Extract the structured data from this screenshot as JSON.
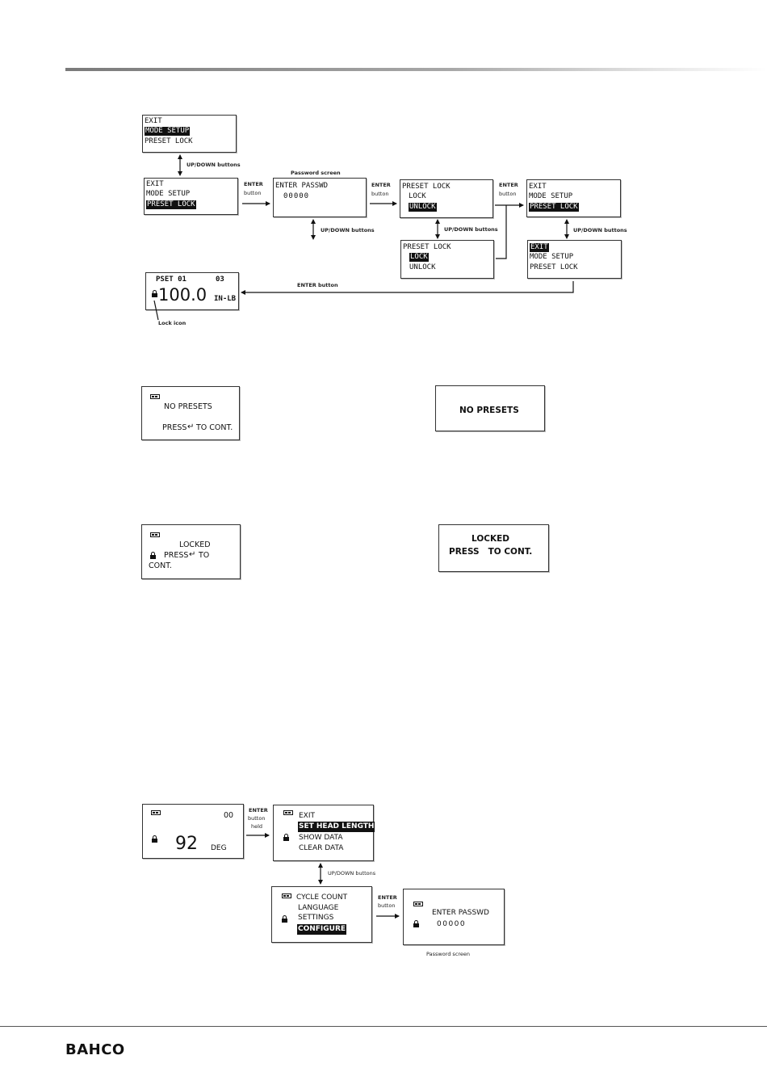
{
  "diagram1": {
    "s1": {
      "l1": "EXIT",
      "l2": "MODE SETUP",
      "l3": "PRESET LOCK"
    },
    "s2": {
      "l1": "EXIT",
      "l2": "MODE SETUP",
      "l3": "PRESET LOCK"
    },
    "s3": {
      "title": "Password screen",
      "l1": "ENTER PASSWD",
      "l2": "00000"
    },
    "s4": {
      "l1": "PRESET LOCK",
      "l2": "LOCK",
      "l3": "UNLOCK"
    },
    "s5": {
      "l1": "PRESET LOCK",
      "l2": "LOCK",
      "l3": "UNLOCK"
    },
    "s6": {
      "l1": "EXIT",
      "l2": "MODE SETUP",
      "l3": "PRESET LOCK"
    },
    "s7": {
      "l1": "EXIT",
      "l2": "MODE SETUP",
      "l3": "PRESET LOCK"
    },
    "s8": {
      "pset": "PSET 01",
      "num": "03",
      "value": "100.0",
      "unit": "IN-LB"
    },
    "labels": {
      "updown1": "UP/DOWN buttons",
      "enter1_a": "ENTER",
      "enter1_b": "button",
      "enter2_a": "ENTER",
      "enter2_b": "button",
      "enter3_a": "ENTER",
      "enter3_b": "button",
      "updown2": "UP/DOWN buttons",
      "updown3": "UP/DOWN buttons",
      "updown4": "UP/DOWN buttons",
      "enter_bottom": "ENTER button",
      "lock_icon": "Lock icon"
    }
  },
  "nopresets": {
    "left": {
      "l1": "NO PRESETS",
      "l2a": "PRESS",
      "l2b": "TO CONT."
    },
    "right": {
      "l1": "NO PRESETS"
    }
  },
  "locked": {
    "left": {
      "l1": "LOCKED",
      "l2a": "PRESS",
      "l2b": "TO",
      "l3": "CONT."
    },
    "right": {
      "l1": "LOCKED",
      "l2": "PRESS   TO CONT."
    }
  },
  "diagram2": {
    "d1": {
      "num": "00",
      "value": "92",
      "unit": "DEG"
    },
    "enter_held": {
      "a": "ENTER",
      "b": "button",
      "c": "held"
    },
    "d2": {
      "l1": "EXIT",
      "l2": "SET HEAD LENGTH",
      "l3": "SHOW DATA",
      "l4": "CLEAR DATA"
    },
    "updown": "UP/DOWN buttons",
    "d3": {
      "l1": "CYCLE COUNT",
      "l2": "LANGUAGE",
      "l3": "SETTINGS",
      "l4": "CONFIGURE"
    },
    "enter": {
      "a": "ENTER",
      "b": "button"
    },
    "d4": {
      "l1": "ENTER PASSWD",
      "l2": "00000"
    },
    "caption": "Password screen"
  },
  "footer": {
    "logo": "BAHCO"
  }
}
